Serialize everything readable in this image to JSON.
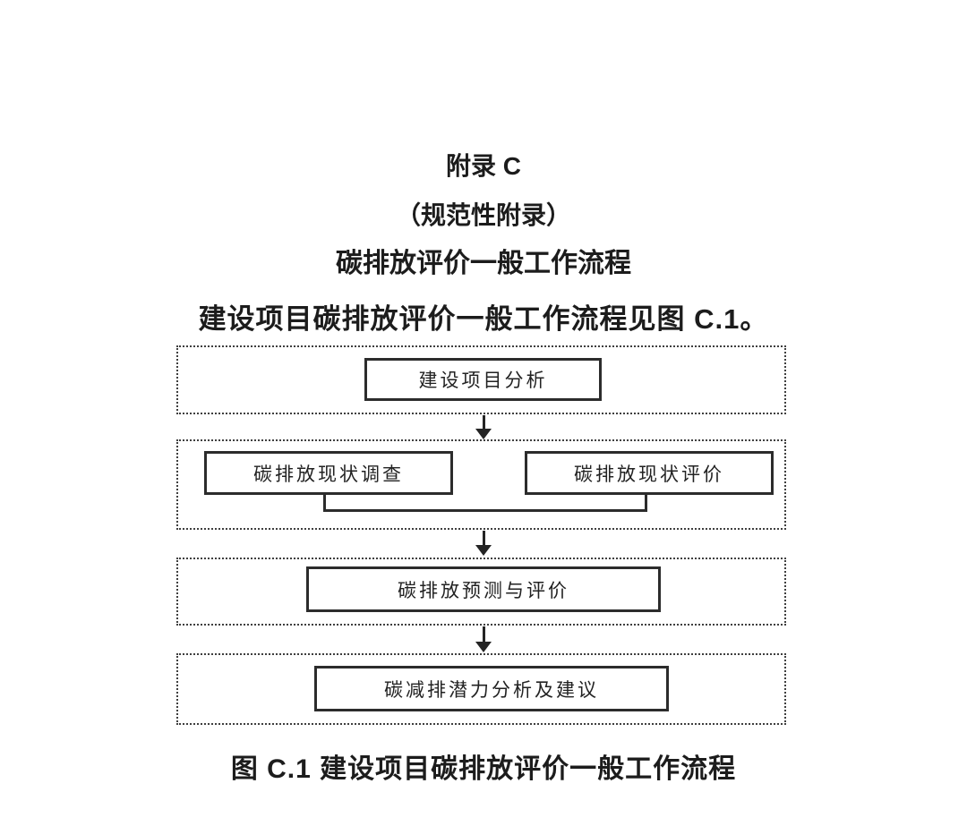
{
  "header": {
    "appendix_title": "附录 C",
    "appendix_type": "（规范性附录）",
    "appendix_subject": "碳排放评价一般工作流程",
    "intro": "建设项目碳排放评价一般工作流程见图 C.1。"
  },
  "flowchart": {
    "type": "flowchart",
    "stages": 4,
    "nodes": [
      {
        "id": "project-analysis",
        "label": "建设项目分析",
        "stage": 1
      },
      {
        "id": "baseline-survey",
        "label": "碳排放现状调查",
        "stage": 2
      },
      {
        "id": "baseline-evaluation",
        "label": "碳排放现状评价",
        "stage": 2
      },
      {
        "id": "prediction-evaluation",
        "label": "碳排放预测与评价",
        "stage": 3
      },
      {
        "id": "reduction-potential",
        "label": "碳减排潜力分析及建议",
        "stage": 4
      }
    ],
    "edges": [
      {
        "from": "stage-1",
        "to": "stage-2"
      },
      {
        "from": "stage-2",
        "to": "stage-3"
      },
      {
        "from": "stage-3",
        "to": "stage-4"
      }
    ]
  },
  "caption": "图 C.1  建设项目碳排放评价一般工作流程",
  "colors": {
    "background": "#ffffff",
    "text": "#1c1c1c",
    "solid_line": "#2c2c2c",
    "dotted_line": "#3f3f3f"
  }
}
